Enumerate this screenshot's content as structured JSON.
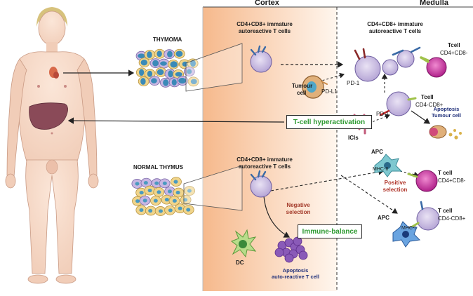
{
  "headers": {
    "cortex": "Cortex",
    "medulla": "Medulla"
  },
  "labels": {
    "thymoma": "THYMOMA",
    "normal_thymus": "NORMAL THYMUS",
    "immature_top_1": "CD4+CD8+ immature",
    "immature_top_2": "autoreactive T cells",
    "immature_medulla_1": "CD4+CD8+ immature",
    "immature_medulla_2": "autoreactive T cells",
    "immature_bottom_1": "CD4+CD8+ immature",
    "immature_bottom_2": "autoreactive T cells",
    "tcell_top_1": "Tcell",
    "tcell_top_2": "CD4+CD8-",
    "pd1_top": "PD-1",
    "tumour_cell_1": "Tumour",
    "tumour_cell_2": "cell",
    "pdl1": "PD-L1",
    "tcell_mid_1": "Tcell",
    "tcell_mid_2": "CD4-CD8+",
    "pd1_mid": "PD-1",
    "icis": "ICIs",
    "apoptosis_tumour_1": "Apoptosis",
    "apoptosis_tumour_2": "Tumour cell",
    "apc_top": "APC",
    "mhc2": "MHC-II",
    "tcell_low_1": "T cell",
    "tcell_low_2": "CD4+CD8-",
    "positive_selection_1": "Positive",
    "positive_selection_2": "selection",
    "negative_selection_1": "Negative",
    "negative_selection_2": "selection",
    "apc_bottom": "APC",
    "mhc1": "MHC-I",
    "tcell_bottom_1": "T cell",
    "tcell_bottom_2": "CD4-CD8+",
    "dc": "DC",
    "apoptosis_auto_1": "Apoptosis",
    "apoptosis_auto_2": "auto-reactive T cell"
  },
  "boxes": {
    "hyperactivation": "T-cell hyperactivation",
    "immune_balance": "Immune-balance"
  },
  "colors": {
    "cortex_gradient_start": "#f6b98c",
    "cortex_gradient_end": "#fff6ee",
    "box_text_green": "#2e9a32",
    "negative_red": "#a33a2a",
    "positive_red": "#b0352a",
    "apoptosis_blue": "#20307a",
    "tcell_purple": "#9e88c9",
    "tumour_brown": "#c98a48",
    "liver": "#8a4a58"
  }
}
